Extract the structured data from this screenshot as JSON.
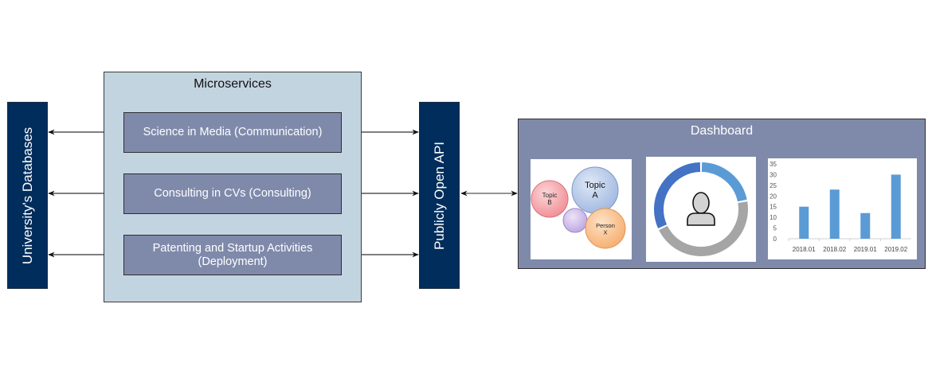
{
  "left_node": {
    "label": "University's Databases"
  },
  "microservices": {
    "title": "Microservices",
    "services": [
      {
        "label": "Science in Media (Communication)"
      },
      {
        "label": "Consulting in CVs (Consulting)"
      },
      {
        "label": "Patenting and Startup Activities (Deployment)"
      }
    ]
  },
  "api_node": {
    "label": "Publicly Open API"
  },
  "dashboard": {
    "title": "Dashboard",
    "bubble_panel": {
      "bubbles": [
        {
          "label": "Topic A",
          "color": "#aec3e6"
        },
        {
          "label": "Topic B",
          "color": "#f3a6ab"
        },
        {
          "label": "",
          "color": "#cbb8e6"
        },
        {
          "label": "Person X",
          "color": "#f8c08e"
        }
      ]
    },
    "donut_panel": {
      "icon": "person-icon",
      "segments": [
        {
          "name": "segment-light-blue",
          "value": 22,
          "color": "#5b9bd5"
        },
        {
          "name": "segment-gray",
          "value": 46,
          "color": "#a5a5a5"
        },
        {
          "name": "segment-dark-blue",
          "value": 32,
          "color": "#4472c4"
        }
      ]
    }
  },
  "colors": {
    "node_dark": "#002d5c",
    "service_box": "#7f8aab",
    "container": "#c3d4e1",
    "bar": "#5b9bd5"
  },
  "chart_data": {
    "type": "bar",
    "categories": [
      "2018.01",
      "2018.02",
      "2019.01",
      "2019.02"
    ],
    "values": [
      15,
      23,
      12,
      30
    ],
    "title": "",
    "xlabel": "",
    "ylabel": "",
    "ylim": [
      0,
      35
    ],
    "yticks": [
      0,
      5,
      10,
      15,
      20,
      25,
      30,
      35
    ],
    "grid": false
  }
}
